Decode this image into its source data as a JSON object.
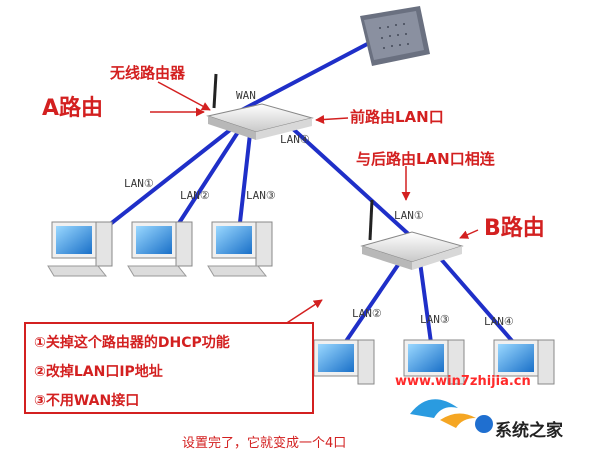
{
  "labels": {
    "wireless_router": "无线路由器",
    "router_a": "A路由",
    "wan": "WAN",
    "front_lan": "前路由LAN口",
    "connect_lan": "与后路由LAN口相连",
    "router_b": "B路由"
  },
  "ports": {
    "a_lan1": "LAN①",
    "a_lan2": "LAN②",
    "a_lan3": "LAN③",
    "a_lan4": "LAN④",
    "b_lan1": "LAN①",
    "b_lan2": "LAN②",
    "b_lan3": "LAN③",
    "b_lan4": "LAN④"
  },
  "notes": [
    "①关掉这个路由器的DHCP功能",
    "②改掉LAN口IP地址",
    "③不用WAN接口"
  ],
  "footer": "设置完了，它就变成一个4口",
  "watermark": {
    "url": "www.win7zhijia.cn",
    "brand": "系统之家"
  },
  "colors": {
    "annotation": "#d32020",
    "cable": "#1f2fc8"
  }
}
